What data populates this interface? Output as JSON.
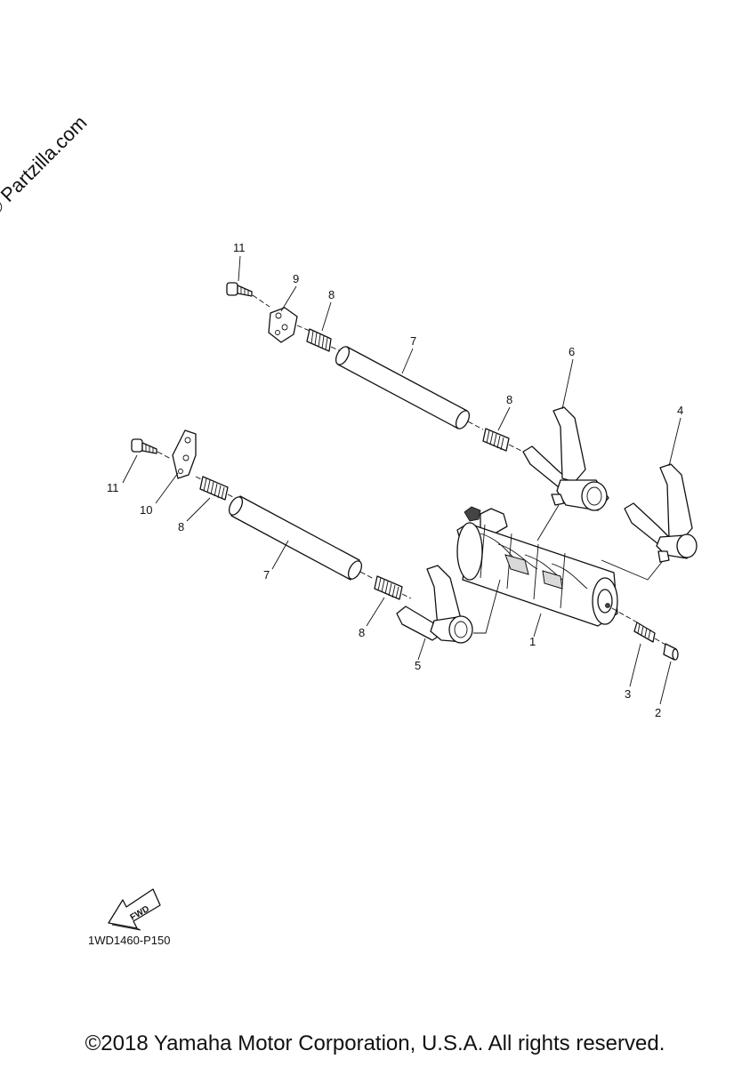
{
  "watermark": "© Partzilla.com",
  "diagram_code": "1WD1460-P150",
  "copyright": "©2018 Yamaha Motor Corporation, U.S.A. All rights reserved.",
  "fwd_label": "FWD",
  "callouts": [
    {
      "id": "c11a",
      "label": "11"
    },
    {
      "id": "c9",
      "label": "9"
    },
    {
      "id": "c8a",
      "label": "8"
    },
    {
      "id": "c7a",
      "label": "7"
    },
    {
      "id": "c6",
      "label": "6"
    },
    {
      "id": "c8b",
      "label": "8"
    },
    {
      "id": "c4",
      "label": "4"
    },
    {
      "id": "c11b",
      "label": "11"
    },
    {
      "id": "c10",
      "label": "10"
    },
    {
      "id": "c8c",
      "label": "8"
    },
    {
      "id": "c7b",
      "label": "7"
    },
    {
      "id": "c8d",
      "label": "8"
    },
    {
      "id": "c5",
      "label": "5"
    },
    {
      "id": "c1",
      "label": "1"
    },
    {
      "id": "c3",
      "label": "3"
    },
    {
      "id": "c2",
      "label": "2"
    }
  ]
}
